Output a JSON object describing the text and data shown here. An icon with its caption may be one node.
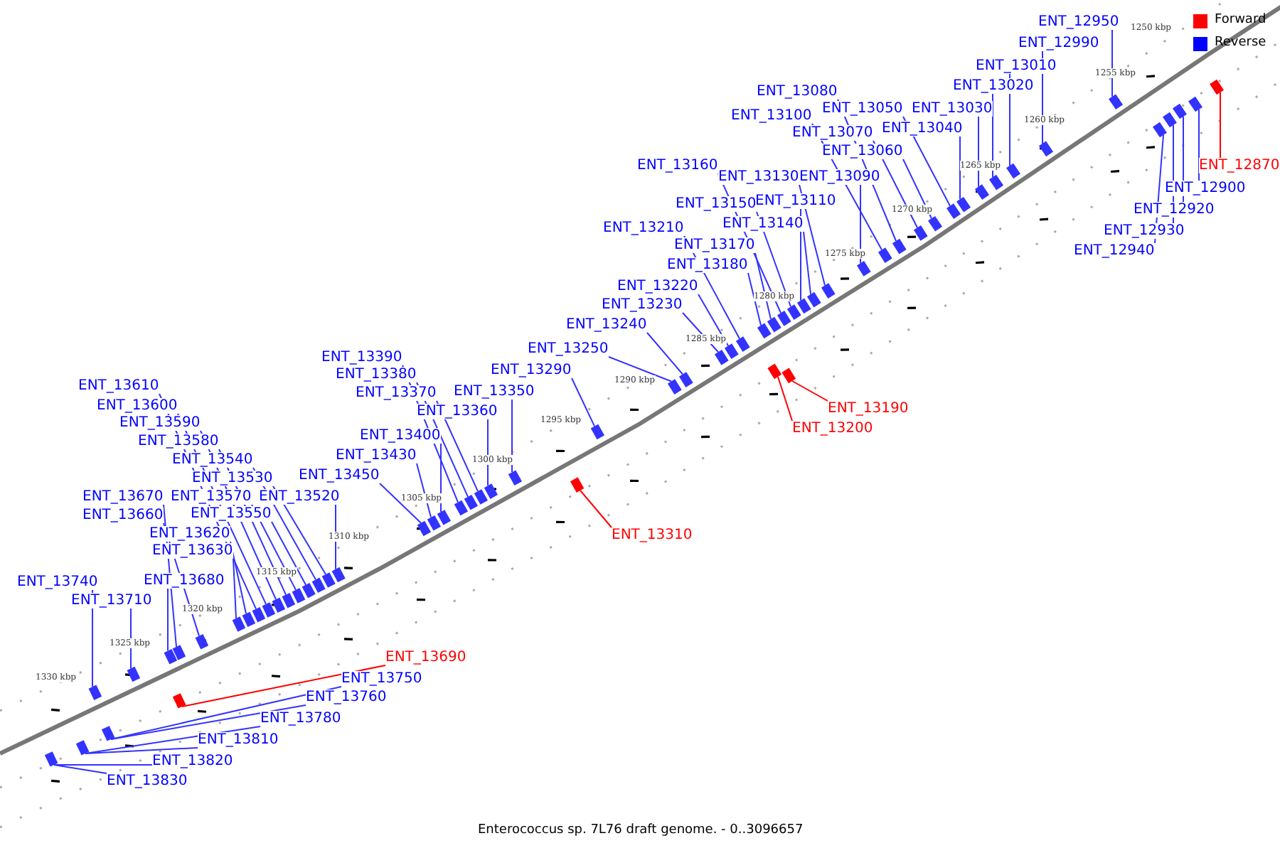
{
  "diagram": {
    "caption": "Enterococcus sp. 7L76 draft genome. - 0..3096657",
    "nodes": [
      {
        "text": [
          "ENT_12950"
        ]
      },
      {
        "text": [
          "ENT_12990"
        ]
      },
      {
        "text": [
          "ENT_13010"
        ]
      },
      {
        "text": [
          "ENT_13020"
        ]
      },
      {
        "text": [
          "ENT_13080"
        ]
      },
      {
        "text": [
          "ENT_13030"
        ]
      },
      {
        "text": [
          "ENT_13050"
        ]
      },
      {
        "text": [
          "ENT_13100"
        ]
      },
      {
        "text": [
          "ENT_13040"
        ]
      },
      {
        "text": [
          "ENT_13070"
        ]
      },
      {
        "text": [
          "ENT_13060"
        ]
      },
      {
        "text": [
          "ENT_12870"
        ]
      },
      {
        "text": [
          "ENT_13160"
        ]
      },
      {
        "text": [
          "ENT_13090"
        ]
      },
      {
        "text": [
          "ENT_13130"
        ]
      },
      {
        "text": [
          "ENT_12900"
        ]
      },
      {
        "text": [
          "ENT_13110"
        ]
      },
      {
        "text": [
          "ENT_13150"
        ]
      },
      {
        "text": [
          "ENT_12920"
        ]
      },
      {
        "text": [
          "ENT_13140"
        ]
      },
      {
        "text": [
          "ENT_13210"
        ]
      },
      {
        "text": [
          "ENT_12930"
        ]
      },
      {
        "text": [
          "ENT_13170"
        ]
      },
      {
        "text": [
          "ENT_12940"
        ]
      },
      {
        "text": [
          "ENT_13180"
        ]
      },
      {
        "text": [
          "ENT_13220"
        ]
      },
      {
        "text": [
          "ENT_13230"
        ]
      },
      {
        "text": [
          "ENT_13240"
        ]
      },
      {
        "text": [
          "ENT_13250"
        ]
      },
      {
        "text": [
          "ENT_13390"
        ]
      },
      {
        "text": [
          "ENT_13290"
        ]
      },
      {
        "text": [
          "ENT_13380"
        ]
      },
      {
        "text": [
          "ENT_13610"
        ]
      },
      {
        "text": [
          "ENT_13350"
        ]
      },
      {
        "text": [
          "ENT_13370"
        ]
      },
      {
        "text": [
          "ENT_13600"
        ]
      },
      {
        "text": [
          "ENT_13190"
        ]
      },
      {
        "text": [
          "ENT_13360"
        ]
      },
      {
        "text": [
          "ENT_13590"
        ]
      },
      {
        "text": [
          "ENT_13200"
        ]
      },
      {
        "text": [
          "ENT_13400"
        ]
      },
      {
        "text": [
          "ENT_13580"
        ]
      },
      {
        "text": [
          "ENT_13430"
        ]
      },
      {
        "text": [
          "ENT_13540"
        ]
      },
      {
        "text": [
          "ENT_13450"
        ]
      },
      {
        "text": [
          "ENT_13530"
        ]
      },
      {
        "text": [
          "ENT_13520"
        ]
      },
      {
        "text": [
          "ENT_13570"
        ]
      },
      {
        "text": [
          "ENT_13670"
        ]
      },
      {
        "text": [
          "ENT_13550"
        ]
      },
      {
        "text": [
          "ENT_13660"
        ]
      },
      {
        "text": [
          "ENT_13620"
        ]
      },
      {
        "text": [
          "ENT_13310"
        ]
      },
      {
        "text": [
          "ENT_13630"
        ]
      },
      {
        "text": [
          "ENT_13680"
        ]
      },
      {
        "text": [
          "ENT_13740"
        ]
      },
      {
        "text": [
          "ENT_13710"
        ]
      },
      {
        "text": [
          "ENT_13690"
        ]
      },
      {
        "text": [
          "ENT_13750"
        ]
      },
      {
        "text": [
          "ENT_13760"
        ]
      },
      {
        "text": [
          "ENT_13780"
        ]
      },
      {
        "text": [
          "ENT_13810"
        ]
      },
      {
        "text": [
          "ENT_13820"
        ]
      },
      {
        "text": [
          "ENT_13830"
        ]
      },
      {
        "text": [],
        "shape": "box"
      },
      {
        "text": [],
        "shape": "box"
      },
      {
        "text": [],
        "shape": "box"
      },
      {
        "text": [],
        "shape": "box"
      },
      {
        "text": [],
        "shape": "box"
      },
      {
        "text": [],
        "shape": "box"
      },
      {
        "text": [],
        "shape": "box"
      },
      {
        "text": [],
        "shape": "box"
      },
      {
        "text": [],
        "shape": "box"
      },
      {
        "text": [],
        "shape": "box"
      },
      {
        "text": [],
        "shape": "box"
      },
      {
        "text": [],
        "shape": "box"
      },
      {
        "text": [],
        "shape": "box"
      },
      {
        "text": [],
        "shape": "box"
      },
      {
        "text": [],
        "shape": "box"
      },
      {
        "text": [],
        "shape": "box"
      },
      {
        "text": [],
        "shape": "box"
      },
      {
        "text": [],
        "shape": "box"
      },
      {
        "text": [],
        "shape": "box"
      },
      {
        "text": [],
        "shape": "box"
      },
      {
        "text": [],
        "shape": "box"
      },
      {
        "text": [],
        "shape": "box"
      },
      {
        "text": [],
        "shape": "box"
      },
      {
        "text": [],
        "shape": "box"
      },
      {
        "text": [],
        "shape": "box"
      },
      {
        "text": [],
        "shape": "box"
      },
      {
        "text": [],
        "shape": "box"
      },
      {
        "text": [],
        "shape": "box"
      },
      {
        "text": [],
        "shape": "box"
      },
      {
        "text": [],
        "shape": "box"
      },
      {
        "text": [],
        "shape": "box"
      },
      {
        "text": [],
        "shape": "box"
      },
      {
        "text": [],
        "shape": "box"
      },
      {
        "text": [],
        "shape": "box"
      },
      {
        "text": [],
        "shape": "box"
      },
      {
        "text": [],
        "shape": "box"
      },
      {
        "text": [],
        "shape": "box"
      },
      {
        "text": [],
        "shape": "box"
      },
      {
        "text": [],
        "shape": "box"
      },
      {
        "text": [],
        "shape": "box"
      },
      {
        "text": [],
        "shape": "box"
      },
      {
        "text": [],
        "shape": "box"
      },
      {
        "text": [],
        "shape": "box"
      },
      {
        "text": [],
        "shape": "box"
      },
      {
        "text": [],
        "shape": "box"
      },
      {
        "text": [],
        "shape": "box"
      },
      {
        "text": [],
        "shape": "box"
      },
      {
        "text": [],
        "shape": "box"
      },
      {
        "text": [],
        "shape": "box"
      },
      {
        "text": [],
        "shape": "box"
      },
      {
        "text": [],
        "shape": "box"
      },
      {
        "text": [],
        "shape": "box"
      },
      {
        "text": [],
        "shape": "box"
      },
      {
        "text": [],
        "shape": "box"
      },
      {
        "text": [],
        "shape": "box"
      },
      {
        "text": [],
        "shape": "box"
      },
      {
        "text": [],
        "shape": "box"
      },
      {
        "text": [],
        "shape": "box"
      },
      {
        "text": [],
        "shape": "box"
      },
      {
        "text": [],
        "shape": "box"
      },
      {
        "text": [],
        "shape": "box"
      }
    ],
    "edges": [
      {
        "from": 0,
        "to": 119,
        "arrow": "none"
      },
      {
        "from": 1,
        "to": 118,
        "arrow": "none"
      },
      {
        "from": 2,
        "to": 117,
        "arrow": "none"
      },
      {
        "from": 3,
        "to": 116,
        "arrow": "none"
      },
      {
        "from": 4,
        "to": 110,
        "arrow": "none"
      },
      {
        "from": 5,
        "to": 115,
        "arrow": "none"
      },
      {
        "from": 6,
        "to": 113,
        "arrow": "none"
      },
      {
        "from": 7,
        "to": 109,
        "arrow": "none"
      },
      {
        "from": 8,
        "to": 114,
        "arrow": "none"
      },
      {
        "from": 9,
        "to": 111,
        "arrow": "none"
      },
      {
        "from": 10,
        "to": 112,
        "arrow": "none"
      },
      {
        "from": 11,
        "to": 124,
        "arrow": "none",
        "color": "#ff0000"
      },
      {
        "from": 12,
        "to": 102,
        "arrow": "none"
      },
      {
        "from": 13,
        "to": 108,
        "arrow": "none"
      },
      {
        "from": 14,
        "to": 107,
        "arrow": "none"
      },
      {
        "from": 15,
        "to": 123,
        "arrow": "none"
      },
      {
        "from": 16,
        "to": 105,
        "arrow": "none"
      },
      {
        "from": 17,
        "to": 103,
        "arrow": "none"
      },
      {
        "from": 18,
        "to": 122,
        "arrow": "none"
      },
      {
        "from": 19,
        "to": 106,
        "arrow": "none"
      },
      {
        "from": 20,
        "to": 98,
        "arrow": "none"
      },
      {
        "from": 21,
        "to": 121,
        "arrow": "none"
      },
      {
        "from": 22,
        "to": 100,
        "arrow": "none"
      },
      {
        "from": 23,
        "to": 120,
        "arrow": "none"
      },
      {
        "from": 24,
        "to": 99,
        "arrow": "none"
      },
      {
        "from": 25,
        "to": 97,
        "arrow": "none"
      },
      {
        "from": 26,
        "to": 96,
        "arrow": "none"
      },
      {
        "from": 27,
        "to": 95,
        "arrow": "none"
      },
      {
        "from": 28,
        "to": 94,
        "arrow": "none"
      },
      {
        "from": 29,
        "to": 87,
        "arrow": "none"
      },
      {
        "from": 30,
        "to": 93,
        "arrow": "none"
      },
      {
        "from": 31,
        "to": 88,
        "arrow": "none"
      },
      {
        "from": 32,
        "to": 75,
        "arrow": "none"
      },
      {
        "from": 33,
        "to": 91,
        "arrow": "none"
      },
      {
        "from": 34,
        "to": 89,
        "arrow": "none"
      },
      {
        "from": 35,
        "to": 76,
        "arrow": "none"
      },
      {
        "from": 36,
        "to": 104,
        "arrow": "none",
        "color": "#ff0000"
      },
      {
        "from": 37,
        "to": 90,
        "arrow": "none"
      },
      {
        "from": 38,
        "to": 77,
        "arrow": "none"
      },
      {
        "from": 39,
        "to": 101,
        "arrow": "none",
        "color": "#ff0000"
      },
      {
        "from": 40,
        "to": 86,
        "arrow": "none"
      },
      {
        "from": 41,
        "to": 78,
        "arrow": "none"
      },
      {
        "from": 42,
        "to": 85,
        "arrow": "none"
      },
      {
        "from": 43,
        "to": 81,
        "arrow": "none"
      },
      {
        "from": 44,
        "to": 84,
        "arrow": "none"
      },
      {
        "from": 45,
        "to": 82,
        "arrow": "none"
      },
      {
        "from": 46,
        "to": 83,
        "arrow": "none"
      },
      {
        "from": 47,
        "to": 79,
        "arrow": "none"
      },
      {
        "from": 48,
        "to": 70,
        "arrow": "none"
      },
      {
        "from": 49,
        "to": 80,
        "arrow": "none"
      },
      {
        "from": 50,
        "to": 72,
        "arrow": "none"
      },
      {
        "from": 51,
        "to": 74,
        "arrow": "none"
      },
      {
        "from": 52,
        "to": 92,
        "arrow": "none",
        "color": "#ff0000"
      },
      {
        "from": 53,
        "to": 73,
        "arrow": "none"
      },
      {
        "from": 54,
        "to": 69,
        "arrow": "none"
      },
      {
        "from": 55,
        "to": 66,
        "arrow": "none"
      },
      {
        "from": 56,
        "to": 68,
        "arrow": "none"
      },
      {
        "from": 57,
        "to": 71,
        "arrow": "none",
        "color": "#ff0000"
      },
      {
        "from": 58,
        "to": 67,
        "arrow": "none"
      },
      {
        "from": 59,
        "to": 67,
        "arrow": "none"
      },
      {
        "from": 60,
        "to": 65,
        "arrow": "none"
      },
      {
        "from": 61,
        "to": 65,
        "arrow": "none"
      },
      {
        "from": 62,
        "to": 64,
        "arrow": "none"
      },
      {
        "from": 63,
        "to": 64,
        "arrow": "none"
      }
    ],
    "labels": [
      "1250 kbp",
      "1255 kbp",
      "1260 kbp",
      "1265 kbp",
      "1270 kbp",
      "1275 kbp",
      "1280 kbp",
      "1285 kbp",
      "1290 kbp",
      "1295 kbp",
      "1300 kbp",
      "1305 kbp",
      "1310 kbp",
      "1315 kbp",
      "1320 kbp",
      "1325 kbp",
      "1330 kbp"
    ],
    "legend": [
      {
        "text": "Forward",
        "color": "#ff0000"
      },
      {
        "text": "Reverse",
        "color": "#0000ff"
      }
    ]
  }
}
